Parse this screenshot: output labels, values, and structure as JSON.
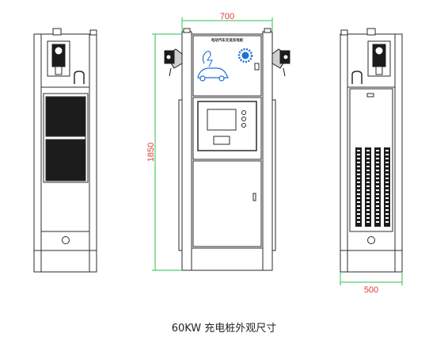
{
  "dimensions": {
    "front_width": "700",
    "height": "1850",
    "side_depth": "500"
  },
  "front_panel": {
    "header_text": "电动汽车交流充电桩"
  },
  "caption": "60KW 充电桩外观尺寸",
  "colors": {
    "line": "#2b2b2b",
    "dimension": "#e23b3b",
    "dimension_guide": "#2fbf4f",
    "logo": "#1f6fd6",
    "vent": "#1c1c1c"
  }
}
